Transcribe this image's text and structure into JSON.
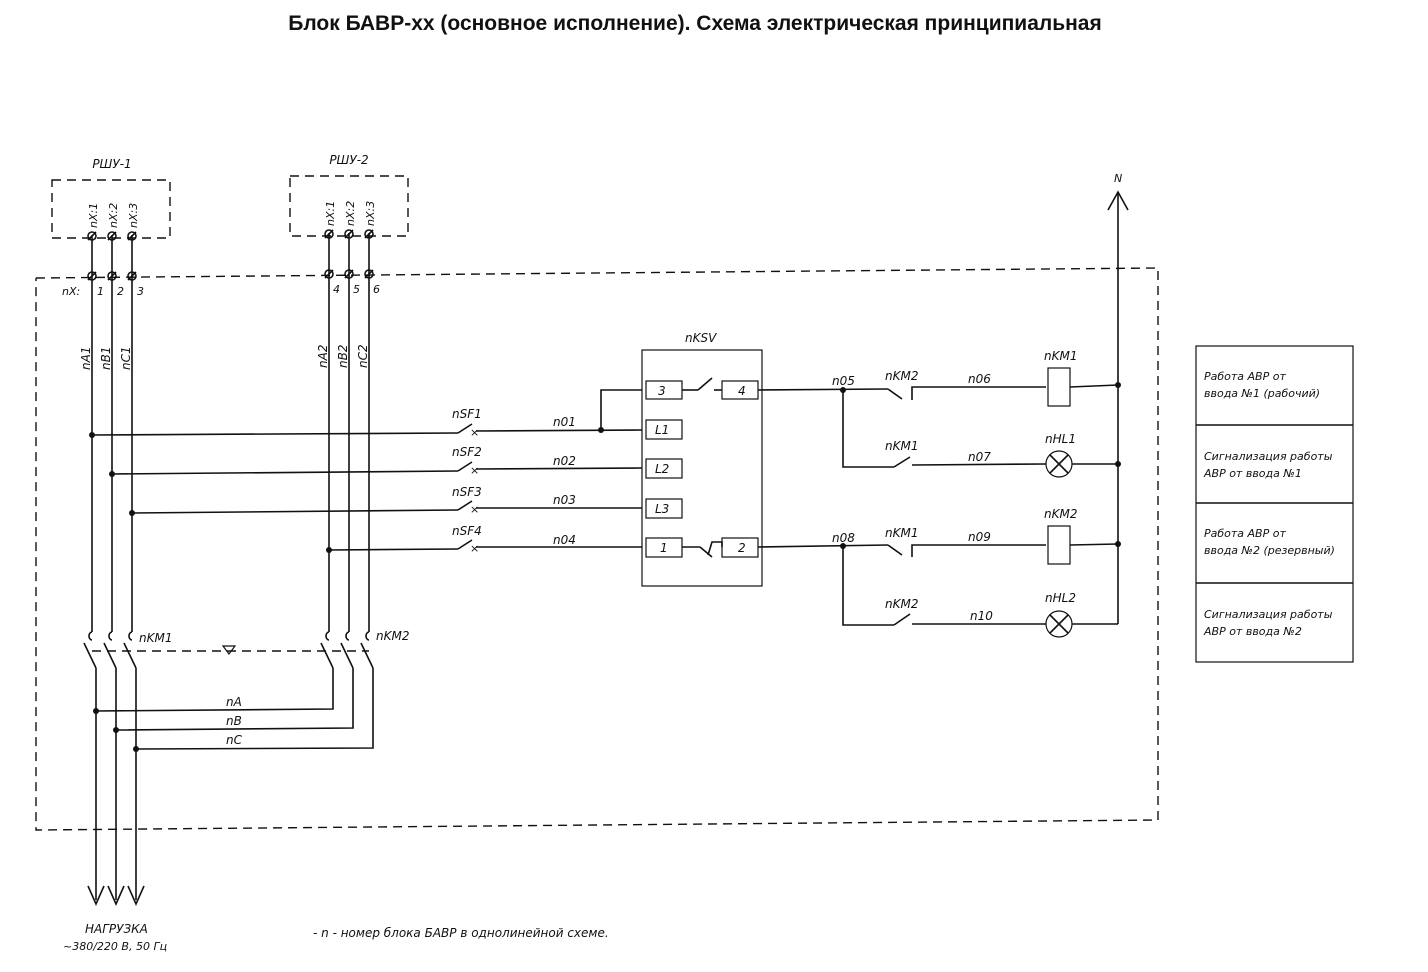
{
  "title": "Блок БАВР-хх (основное исполнение). Схема электрическая принципиальная",
  "panels": {
    "rshu1": {
      "label": "РШУ-1",
      "terms": [
        "nX:1",
        "nX:2",
        "nX:3"
      ]
    },
    "rshu2": {
      "label": "РШУ-2",
      "terms": [
        "nX:1",
        "nX:2",
        "nX:3"
      ]
    }
  },
  "neutral": "N",
  "terminal_block": {
    "prefix": "nX:",
    "numbers": [
      "1",
      "2",
      "3",
      "4",
      "5",
      "6"
    ]
  },
  "wires": {
    "a1": "nA1",
    "b1": "nB1",
    "c1": "nC1",
    "a2": "nA2",
    "b2": "nB2",
    "c2": "nC2",
    "n01": "n01",
    "n02": "n02",
    "n03": "n03",
    "n04": "n04",
    "n05": "n05",
    "n06": "n06",
    "n07": "n07",
    "n08": "n08",
    "n09": "n09",
    "n10": "n10",
    "na": "nA",
    "nb": "nB",
    "nc": "nC"
  },
  "breakers": [
    "nSF1",
    "nSF2",
    "nSF3",
    "nSF4"
  ],
  "relay": {
    "name": "nKSV",
    "terminals": {
      "t3": "3",
      "t4": "4",
      "l1": "L1",
      "l2": "L2",
      "l3": "L3",
      "t1": "1",
      "t2": "2"
    }
  },
  "contacts": {
    "km2_a": "nKM2",
    "km1_a": "nKM1",
    "km1_b": "nKM1",
    "km2_b": "nKM2",
    "main_km1": "nKM1",
    "main_km2": "nKM2"
  },
  "loads": {
    "coil1": "nKM1",
    "lamp1": "nHL1",
    "coil2": "nKM2",
    "lamp2": "nHL2"
  },
  "legend": [
    {
      "line1": "Работа АВР от",
      "line2": "ввода №1 (рабочий)"
    },
    {
      "line1": "Сигнализация работы",
      "line2": "АВР от ввода №1"
    },
    {
      "line1": "Работа АВР от",
      "line2": "ввода №2 (резервный)"
    },
    {
      "line1": "Сигнализация работы",
      "line2": "АВР от ввода №2"
    }
  ],
  "load": {
    "line1": "НАГРУЗКА",
    "line2": "~380/220 В, 50 Гц"
  },
  "footnote": "- n - номер блока БАВР в однолинейной схеме."
}
